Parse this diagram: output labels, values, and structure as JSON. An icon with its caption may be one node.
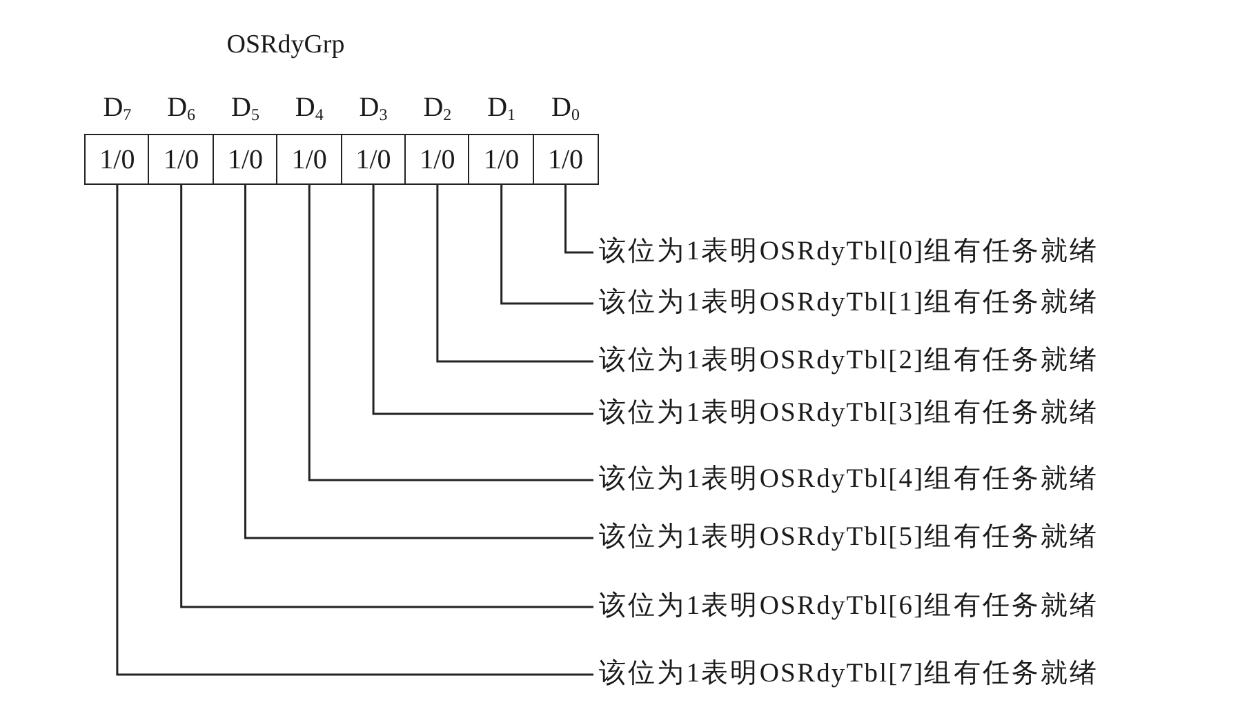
{
  "diagram": {
    "title": "OSRdyGrp",
    "nodes": [
      {
        "text": [
          "D$_{7}$",
          "1/0"
        ]
      },
      {
        "text": [
          "D$_{6}$",
          "1/0"
        ]
      },
      {
        "text": [
          "D$_{5}$",
          "1/0"
        ]
      },
      {
        "text": [
          "D$_{4}$",
          "1/0"
        ]
      },
      {
        "text": [
          "D$_{3}$",
          "1/0"
        ]
      },
      {
        "text": [
          "D$_{2}$",
          "1/0"
        ]
      },
      {
        "text": [
          "D$_{1}$",
          "1/0"
        ]
      },
      {
        "text": [
          "D$_{0}$",
          "1/0"
        ]
      },
      {
        "text": [
          "该位为1表明OSRdyTbl[0]组有任务就绪"
        ]
      },
      {
        "text": [
          "该位为1表明OSRdyTbl[1]组有任务就绪"
        ]
      },
      {
        "text": [
          "该位为1表明OSRdyTbl[2]组有任务就绪"
        ]
      },
      {
        "text": [
          "该位为1表明OSRdyTbl[3]组有任务就绪"
        ]
      },
      {
        "text": [
          "该位为1表明OSRdyTbl[4]组有任务就绪"
        ]
      },
      {
        "text": [
          "该位为1表明OSRdyTbl[5]组有任务就绪"
        ]
      },
      {
        "text": [
          "该位为1表明OSRdyTbl[6]组有任务就绪"
        ]
      },
      {
        "text": [
          "该位为1表明OSRdyTbl[7]组有任务就绪"
        ]
      }
    ],
    "edges": [
      {
        "from": 8,
        "to": 7,
        "arrow": "none"
      },
      {
        "from": 9,
        "to": 6,
        "arrow": "none"
      },
      {
        "from": 10,
        "to": 5,
        "arrow": "none"
      },
      {
        "from": 11,
        "to": 4,
        "arrow": "none"
      },
      {
        "from": 12,
        "to": 3,
        "arrow": "none"
      },
      {
        "from": 13,
        "to": 2,
        "arrow": "none"
      },
      {
        "from": 14,
        "to": 1,
        "arrow": "none"
      },
      {
        "from": 15,
        "to": 0,
        "arrow": "none"
      }
    ]
  }
}
